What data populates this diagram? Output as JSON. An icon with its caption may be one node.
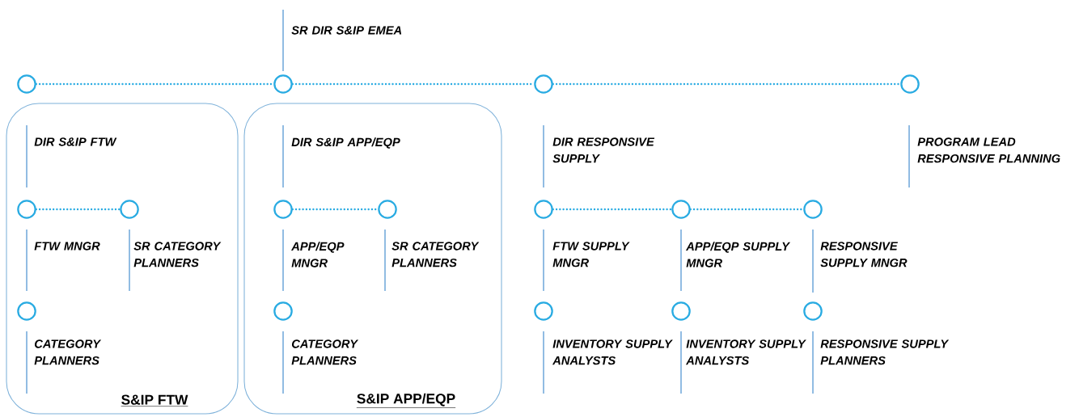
{
  "diagram": {
    "nodes": [
      {
        "text": [
          "SR DIR S&IP EMEA"
        ]
      },
      {
        "text": [],
        "shape": "circle"
      },
      {
        "text": [],
        "shape": "circle"
      },
      {
        "text": [],
        "shape": "circle"
      },
      {
        "text": [],
        "shape": "circle"
      },
      {
        "text": [
          "S&IP FTW"
        ]
      },
      {
        "text": [
          "DIR S&IP FTW"
        ],
        "in": 5
      },
      {
        "text": [],
        "shape": "circle",
        "in": 5
      },
      {
        "text": [],
        "shape": "circle",
        "in": 5
      },
      {
        "text": [
          "FTW MNGR"
        ],
        "in": 5
      },
      {
        "text": [
          "SR CATEGORY PLANNERS"
        ],
        "in": 5
      },
      {
        "text": [],
        "shape": "circle",
        "in": 5
      },
      {
        "text": [
          "CATEGORY PLANNERS"
        ],
        "in": 5
      },
      {
        "text": [
          "S&IP APP/EQP"
        ]
      },
      {
        "text": [
          "DIR S&IP APP/EQP"
        ],
        "in": 13
      },
      {
        "text": [],
        "shape": "circle",
        "in": 13
      },
      {
        "text": [],
        "shape": "circle",
        "in": 13
      },
      {
        "text": [
          "APP/EQP MNGR"
        ],
        "in": 13
      },
      {
        "text": [
          "SR CATEGORY PLANNERS"
        ],
        "in": 13
      },
      {
        "text": [],
        "shape": "circle",
        "in": 13
      },
      {
        "text": [
          "CATEGORY PLANNERS"
        ],
        "in": 13
      },
      {
        "text": [
          "DIR RESPONSIVE SUPPLY"
        ]
      },
      {
        "text": [
          "PROGRAM LEAD RESPONSIVE PLANNING"
        ]
      },
      {
        "text": [],
        "shape": "circle"
      },
      {
        "text": [],
        "shape": "circle"
      },
      {
        "text": [],
        "shape": "circle"
      },
      {
        "text": [
          "FTW SUPPLY MNGR"
        ]
      },
      {
        "text": [
          "APP/EQP SUPPLY MNGR"
        ]
      },
      {
        "text": [
          "RESPONSIVE SUPPLY MNGR"
        ]
      },
      {
        "text": [],
        "shape": "circle"
      },
      {
        "text": [],
        "shape": "circle"
      },
      {
        "text": [],
        "shape": "circle"
      },
      {
        "text": [
          "INVENTORY SUPPLY ANALYSTS"
        ]
      },
      {
        "text": [
          "INVENTORY SUPPLY ANALYSTS"
        ]
      },
      {
        "text": [
          "RESPONSIVE SUPPLY PLANNERS"
        ]
      }
    ],
    "edges": [
      {
        "from": 1,
        "to": 2,
        "arrow": "none"
      },
      {
        "from": 2,
        "to": 3,
        "arrow": "none"
      },
      {
        "from": 3,
        "to": 4,
        "arrow": "none"
      },
      {
        "from": 7,
        "to": 8,
        "arrow": "none"
      },
      {
        "from": 15,
        "to": 16,
        "arrow": "none"
      },
      {
        "from": 23,
        "to": 24,
        "arrow": "none"
      },
      {
        "from": 24,
        "to": 25,
        "arrow": "none"
      }
    ]
  }
}
